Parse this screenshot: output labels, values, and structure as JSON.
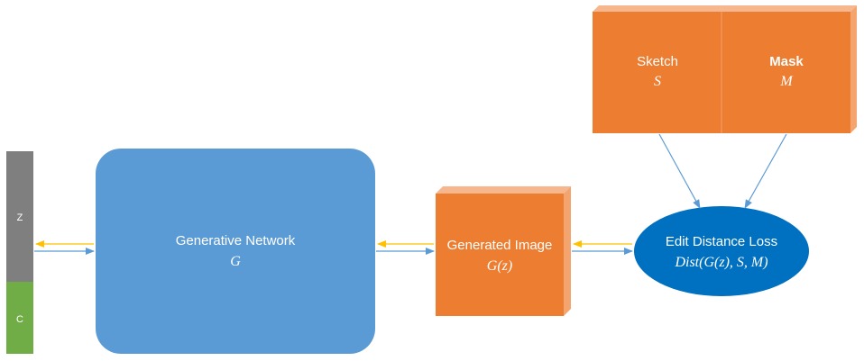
{
  "colors": {
    "z_block": "#7f7f7f",
    "c_block": "#70ad47",
    "network": "#5b9bd5",
    "orange": "#ed7d31",
    "orange_side": "#f4a46f",
    "orange_top": "#f6b78f",
    "loss": "#0070c0",
    "arrow_blue": "#5b9bd5",
    "arrow_gold": "#ffc000"
  },
  "blocks": {
    "z": {
      "label": "Z"
    },
    "c": {
      "label": "C"
    }
  },
  "network": {
    "title": "Generative Network",
    "symbol": "G"
  },
  "generated": {
    "title": "Generated Image",
    "symbol": "G(z)"
  },
  "sketch": {
    "title": "Sketch",
    "symbol": "S"
  },
  "mask": {
    "title": "Mask",
    "symbol": "M"
  },
  "loss": {
    "title": "Edit Distance Loss",
    "symbol": "Dist(G(z), S, M)"
  }
}
